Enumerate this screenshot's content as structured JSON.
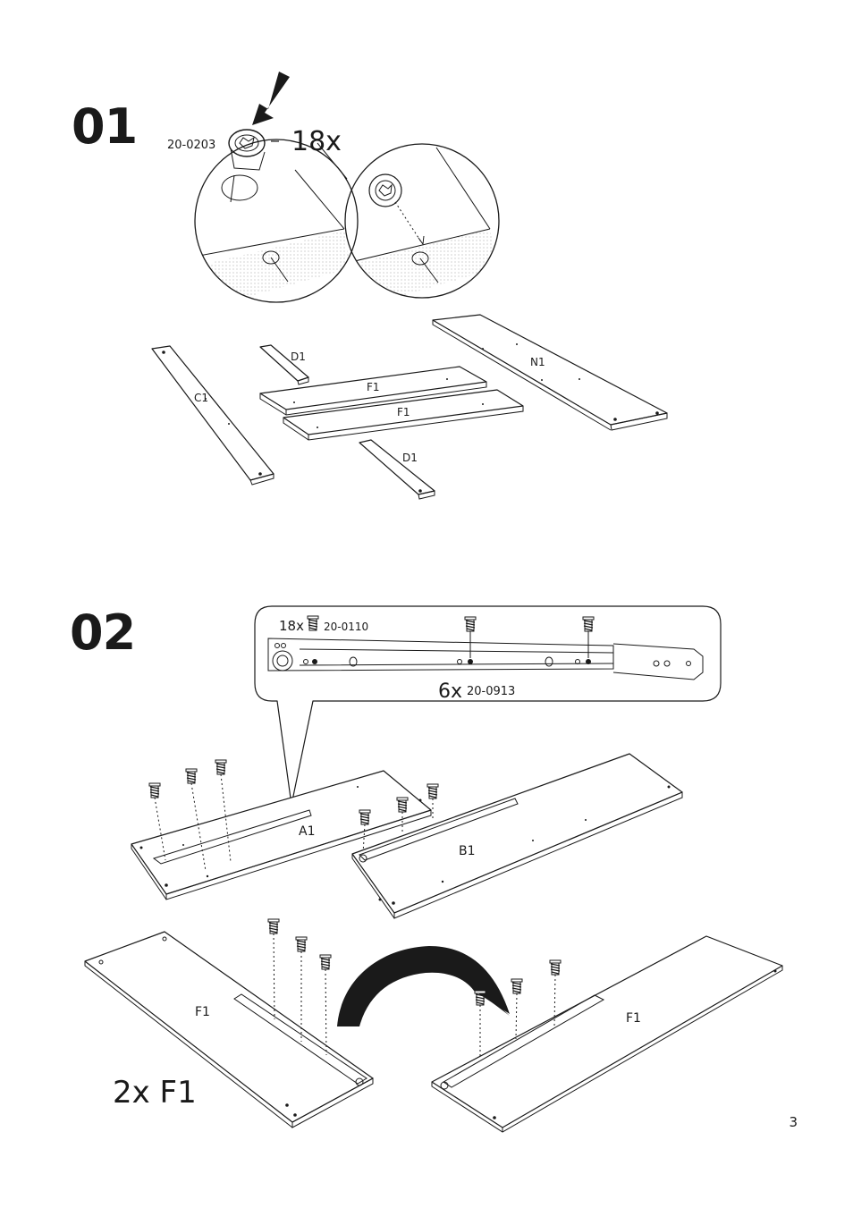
{
  "steps": [
    {
      "number": "01",
      "hardware": {
        "code": "20-0203",
        "quantity": "18x"
      },
      "parts": [
        "C1",
        "D1",
        "F1",
        "F1",
        "D1",
        "N1"
      ]
    },
    {
      "number": "02",
      "callout": {
        "screw_quantity": "18x",
        "screw_code": "20-0110",
        "rail_quantity": "6x",
        "rail_code": "20-0913"
      },
      "parts": [
        "A1",
        "B1",
        "F1",
        "F1"
      ],
      "note": "2x F1"
    }
  ],
  "page_number": "3"
}
